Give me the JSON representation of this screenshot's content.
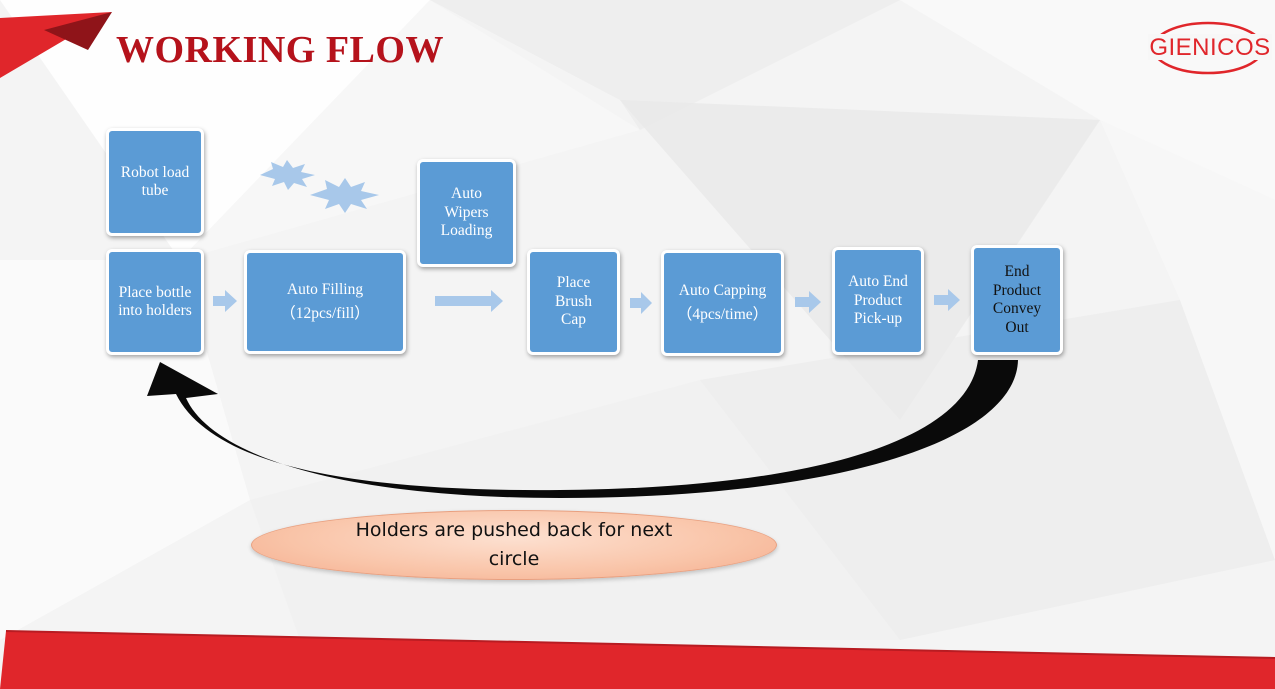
{
  "slide": {
    "title": "WORKING FLOW",
    "logo_text": "GIENICOS"
  },
  "colors": {
    "accent_red": "#e0262b",
    "title_red": "#b5121b",
    "box_blue": "#5b9bd5",
    "arrow_blue": "#a8c8ea",
    "ellipse_fill": "#f9c4a8"
  },
  "steps": {
    "robot_load": "Robot load tube",
    "place_bottle": "Place bottle into holders",
    "auto_filling": "Auto Filling",
    "auto_filling_sub": "（12pcs/fill）",
    "auto_wipers": "Auto Wipers Loading",
    "place_brush": "Place Brush Cap",
    "auto_capping": "Auto Capping",
    "auto_capping_sub": "（4pcs/time）",
    "auto_end_pickup": "Auto End Product Pick-up",
    "end_product_out": "End Product Convey Out"
  },
  "return_note": "Holders are pushed back for next circle",
  "icons": [
    "chevron-right-icon",
    "curved-return-arrow-icon",
    "starburst-icon"
  ]
}
